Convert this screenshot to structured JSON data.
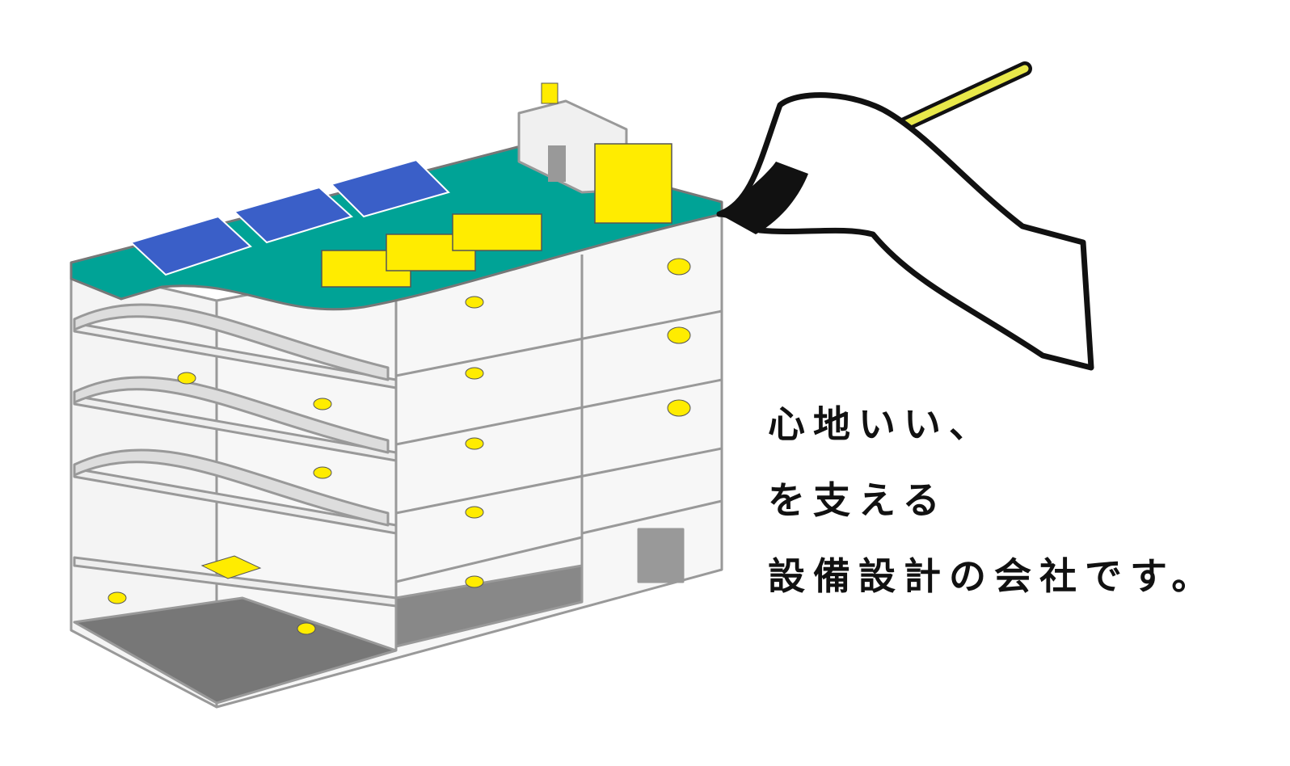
{
  "tagline": {
    "line1": "心地いい、",
    "line2": "を支える",
    "line3": "設備設計の会社です。"
  },
  "colors": {
    "roof": "#00a396",
    "equipment": "#ffec00",
    "solar": "#3a5fc8",
    "floor_dark": "#888888",
    "wall": "#f2f2f2",
    "pencil": "#e8e84a"
  }
}
